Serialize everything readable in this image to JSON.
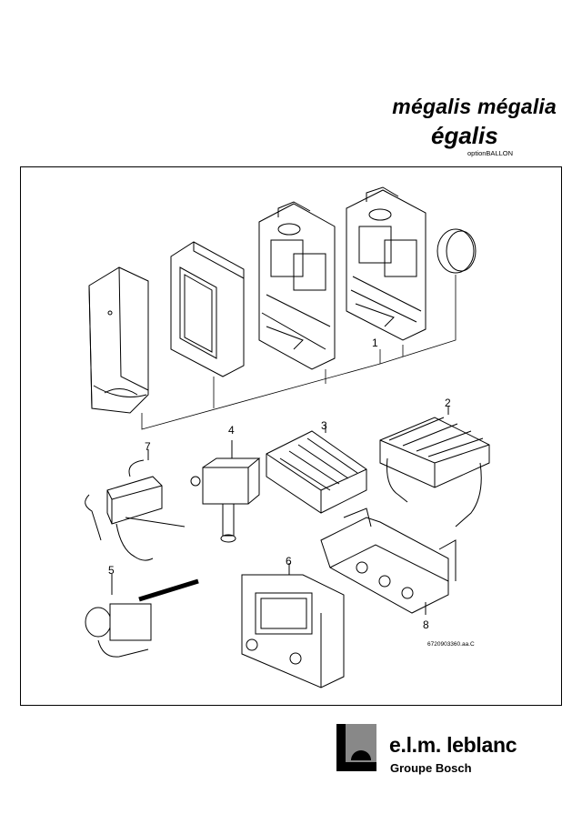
{
  "header": {
    "title_line1": "mégalis mégalia",
    "title_line2": "égalis",
    "option_label": "optionBALLON"
  },
  "diagram": {
    "callouts": [
      "1",
      "2",
      "3",
      "4",
      "5",
      "6",
      "7",
      "8"
    ],
    "reference": "6720903360.aa.C"
  },
  "footer": {
    "brand": "e.l.m. leblanc",
    "group": "Groupe Bosch"
  }
}
